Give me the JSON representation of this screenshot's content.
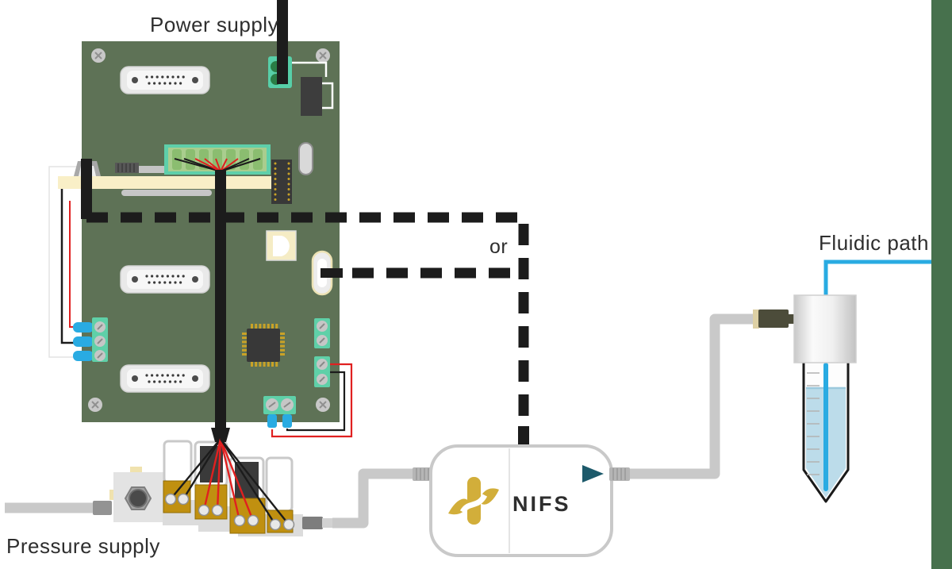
{
  "labels": {
    "power_supply": "Power supply",
    "pressure_supply": "Pressure supply",
    "fluidic_path": "Fluidic path",
    "alternative": "or"
  },
  "device": {
    "brand": "NIFS",
    "logo_icon": "nifs-propeller-logo",
    "indicator_icon": "play-arrow-icon"
  },
  "colors": {
    "pcb_green": "#5e7256",
    "edge_board_green": "#47714d",
    "terminal_mint": "#57cfa8",
    "header_green": "#a9cd8e",
    "wire_red": "#e02020",
    "wire_black": "#1c1c1c",
    "fluidic_blue": "#29abe2",
    "valve_gold": "#c09010",
    "logo_gold": "#d2ae3a",
    "brand_teal": "#19505e",
    "tubing_gray": "#c9c9c9",
    "liquid_blue": "#bcdcea",
    "card_edge_cream": "#f9efc7"
  },
  "components": {
    "control_board": "controller-pcb",
    "connectors": [
      "db15-connector-top",
      "db15-connector-middle",
      "db15-connector-bottom",
      "power-terminal-block",
      "usb-component",
      "oval-connector"
    ],
    "actuators": "solenoid-valve-manifold",
    "valve_count": 4,
    "instrument": "nifs-flow-sensor",
    "vessel": "conical-tube-with-cap"
  }
}
